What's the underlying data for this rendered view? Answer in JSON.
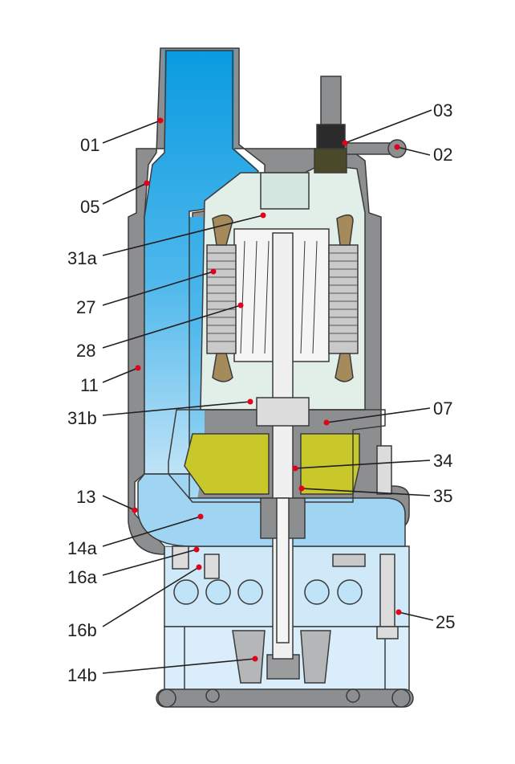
{
  "diagram": {
    "type": "submersible pump cross-section",
    "labels_left": [
      "01",
      "05",
      "31a",
      "27",
      "28",
      "11",
      "31b",
      "13",
      "14a",
      "16a",
      "16b",
      "14b"
    ],
    "labels_right": [
      "03",
      "02",
      "07",
      "34",
      "35",
      "25"
    ]
  },
  "colors": {
    "water_dark": "#0a9be0",
    "water_light": "#bfe3f7",
    "casing": "#8c8e90",
    "motor_chamber": "#e2efe9",
    "oil": "#c9c82a",
    "winding": "#a58a5c",
    "marker": "#e2001a"
  }
}
